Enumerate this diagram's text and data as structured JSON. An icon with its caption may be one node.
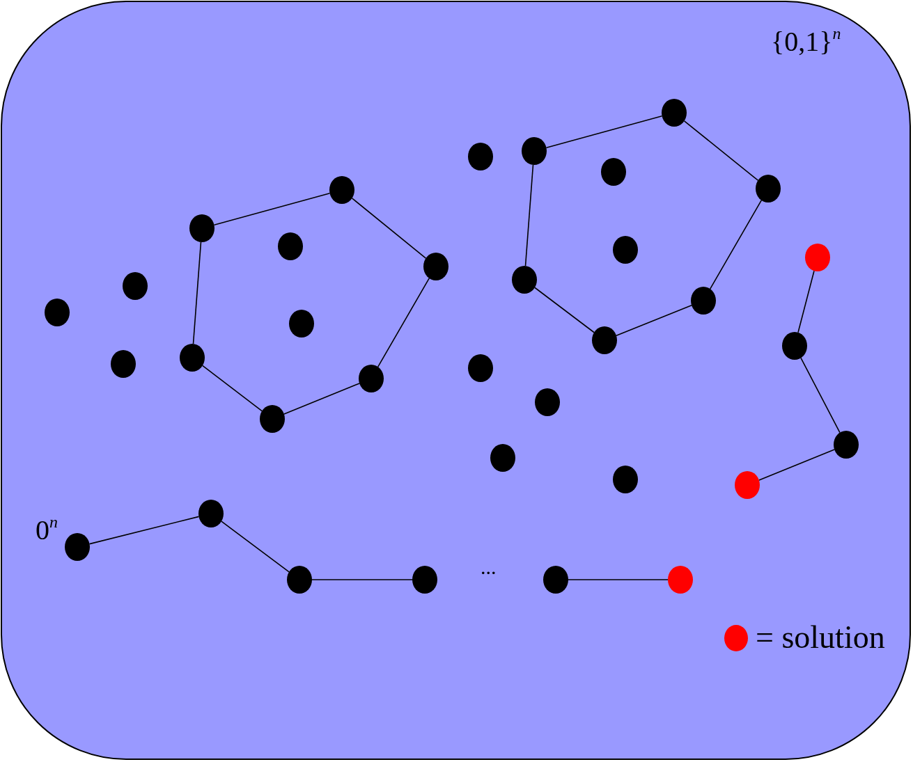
{
  "diagram": {
    "nodes": [
      {
        "text": [
          "{0,1}$^{n}$"
        ]
      },
      {
        "text": [],
        "shape": "circle",
        "in": 0
      },
      {
        "text": [],
        "shape": "circle",
        "in": 0,
        "beside": [
          "0$^{n}$"
        ]
      },
      {
        "text": [],
        "shape": "circle",
        "in": 0
      },
      {
        "text": [],
        "shape": "circle",
        "in": 0
      },
      {
        "text": [],
        "shape": "circle",
        "in": 0
      },
      {
        "text": [],
        "shape": "circle",
        "in": 0
      },
      {
        "text": [],
        "shape": "circle",
        "in": 0
      },
      {
        "text": [],
        "shape": "circle",
        "in": 0
      },
      {
        "text": [],
        "shape": "circle",
        "in": 0
      },
      {
        "text": [],
        "shape": "circle",
        "in": 0
      },
      {
        "text": [],
        "shape": "circle",
        "in": 0
      },
      {
        "text": [],
        "shape": "circle",
        "in": 0
      },
      {
        "text": [],
        "shape": "circle",
        "in": 0
      },
      {
        "text": [],
        "shape": "circle",
        "in": 0
      },
      {
        "text": [],
        "shape": "circle",
        "in": 0
      },
      {
        "text": [],
        "shape": "circle",
        "in": 0
      },
      {
        "text": [],
        "shape": "circle",
        "in": 0
      },
      {
        "text": [],
        "shape": "circle",
        "in": 0
      },
      {
        "text": [],
        "shape": "circle",
        "in": 0
      },
      {
        "text": [],
        "shape": "circle",
        "in": 0
      },
      {
        "text": [],
        "shape": "circle",
        "in": 0
      },
      {
        "text": [],
        "shape": "circle",
        "in": 0
      },
      {
        "text": [],
        "shape": "circle",
        "in": 0
      },
      {
        "text": [],
        "shape": "circle",
        "in": 0
      },
      {
        "text": [],
        "shape": "circle",
        "in": 0
      },
      {
        "text": [],
        "shape": "circle",
        "in": 0
      },
      {
        "text": [],
        "shape": "circle",
        "in": 0
      },
      {
        "text": [],
        "shape": "circle",
        "in": 0
      },
      {
        "text": [],
        "shape": "circle",
        "in": 0
      },
      {
        "text": [],
        "shape": "circle",
        "in": 0
      },
      {
        "text": [],
        "shape": "circle",
        "in": 0
      },
      {
        "text": [],
        "shape": "circle",
        "in": 0
      },
      {
        "text": [],
        "shape": "circle",
        "in": 0
      },
      {
        "text": [],
        "shape": "circle",
        "in": 0
      }
    ],
    "edges": [
      {
        "from": 6,
        "to": 12,
        "arrow": "none"
      },
      {
        "from": 12,
        "to": 15,
        "arrow": "none"
      },
      {
        "from": 15,
        "to": 13,
        "arrow": "none"
      },
      {
        "from": 13,
        "to": 8,
        "arrow": "none"
      },
      {
        "from": 8,
        "to": 5,
        "arrow": "none"
      },
      {
        "from": 5,
        "to": 6,
        "arrow": "none"
      },
      {
        "from": 20,
        "to": 27,
        "arrow": "none"
      },
      {
        "from": 27,
        "to": 31,
        "arrow": "none"
      },
      {
        "from": 31,
        "to": 29,
        "arrow": "none"
      },
      {
        "from": 29,
        "to": 23,
        "arrow": "none"
      },
      {
        "from": 23,
        "to": 19,
        "arrow": "none"
      },
      {
        "from": 19,
        "to": 20,
        "arrow": "none"
      },
      {
        "from": 33,
        "to": 32,
        "arrow": "none"
      },
      {
        "from": 32,
        "to": 34,
        "arrow": "none"
      },
      {
        "from": 34,
        "to": 30,
        "arrow": "none"
      },
      {
        "from": 2,
        "to": 7,
        "arrow": "none"
      },
      {
        "from": 7,
        "to": 10,
        "arrow": "none"
      },
      {
        "from": 10,
        "to": 14,
        "arrow": "none"
      },
      {
        "from": 22,
        "to": 28,
        "arrow": "none"
      }
    ],
    "labels": [
      "..."
    ],
    "legend": [
      {
        "text": "= solution",
        "color": "#ff0000"
      }
    ]
  }
}
